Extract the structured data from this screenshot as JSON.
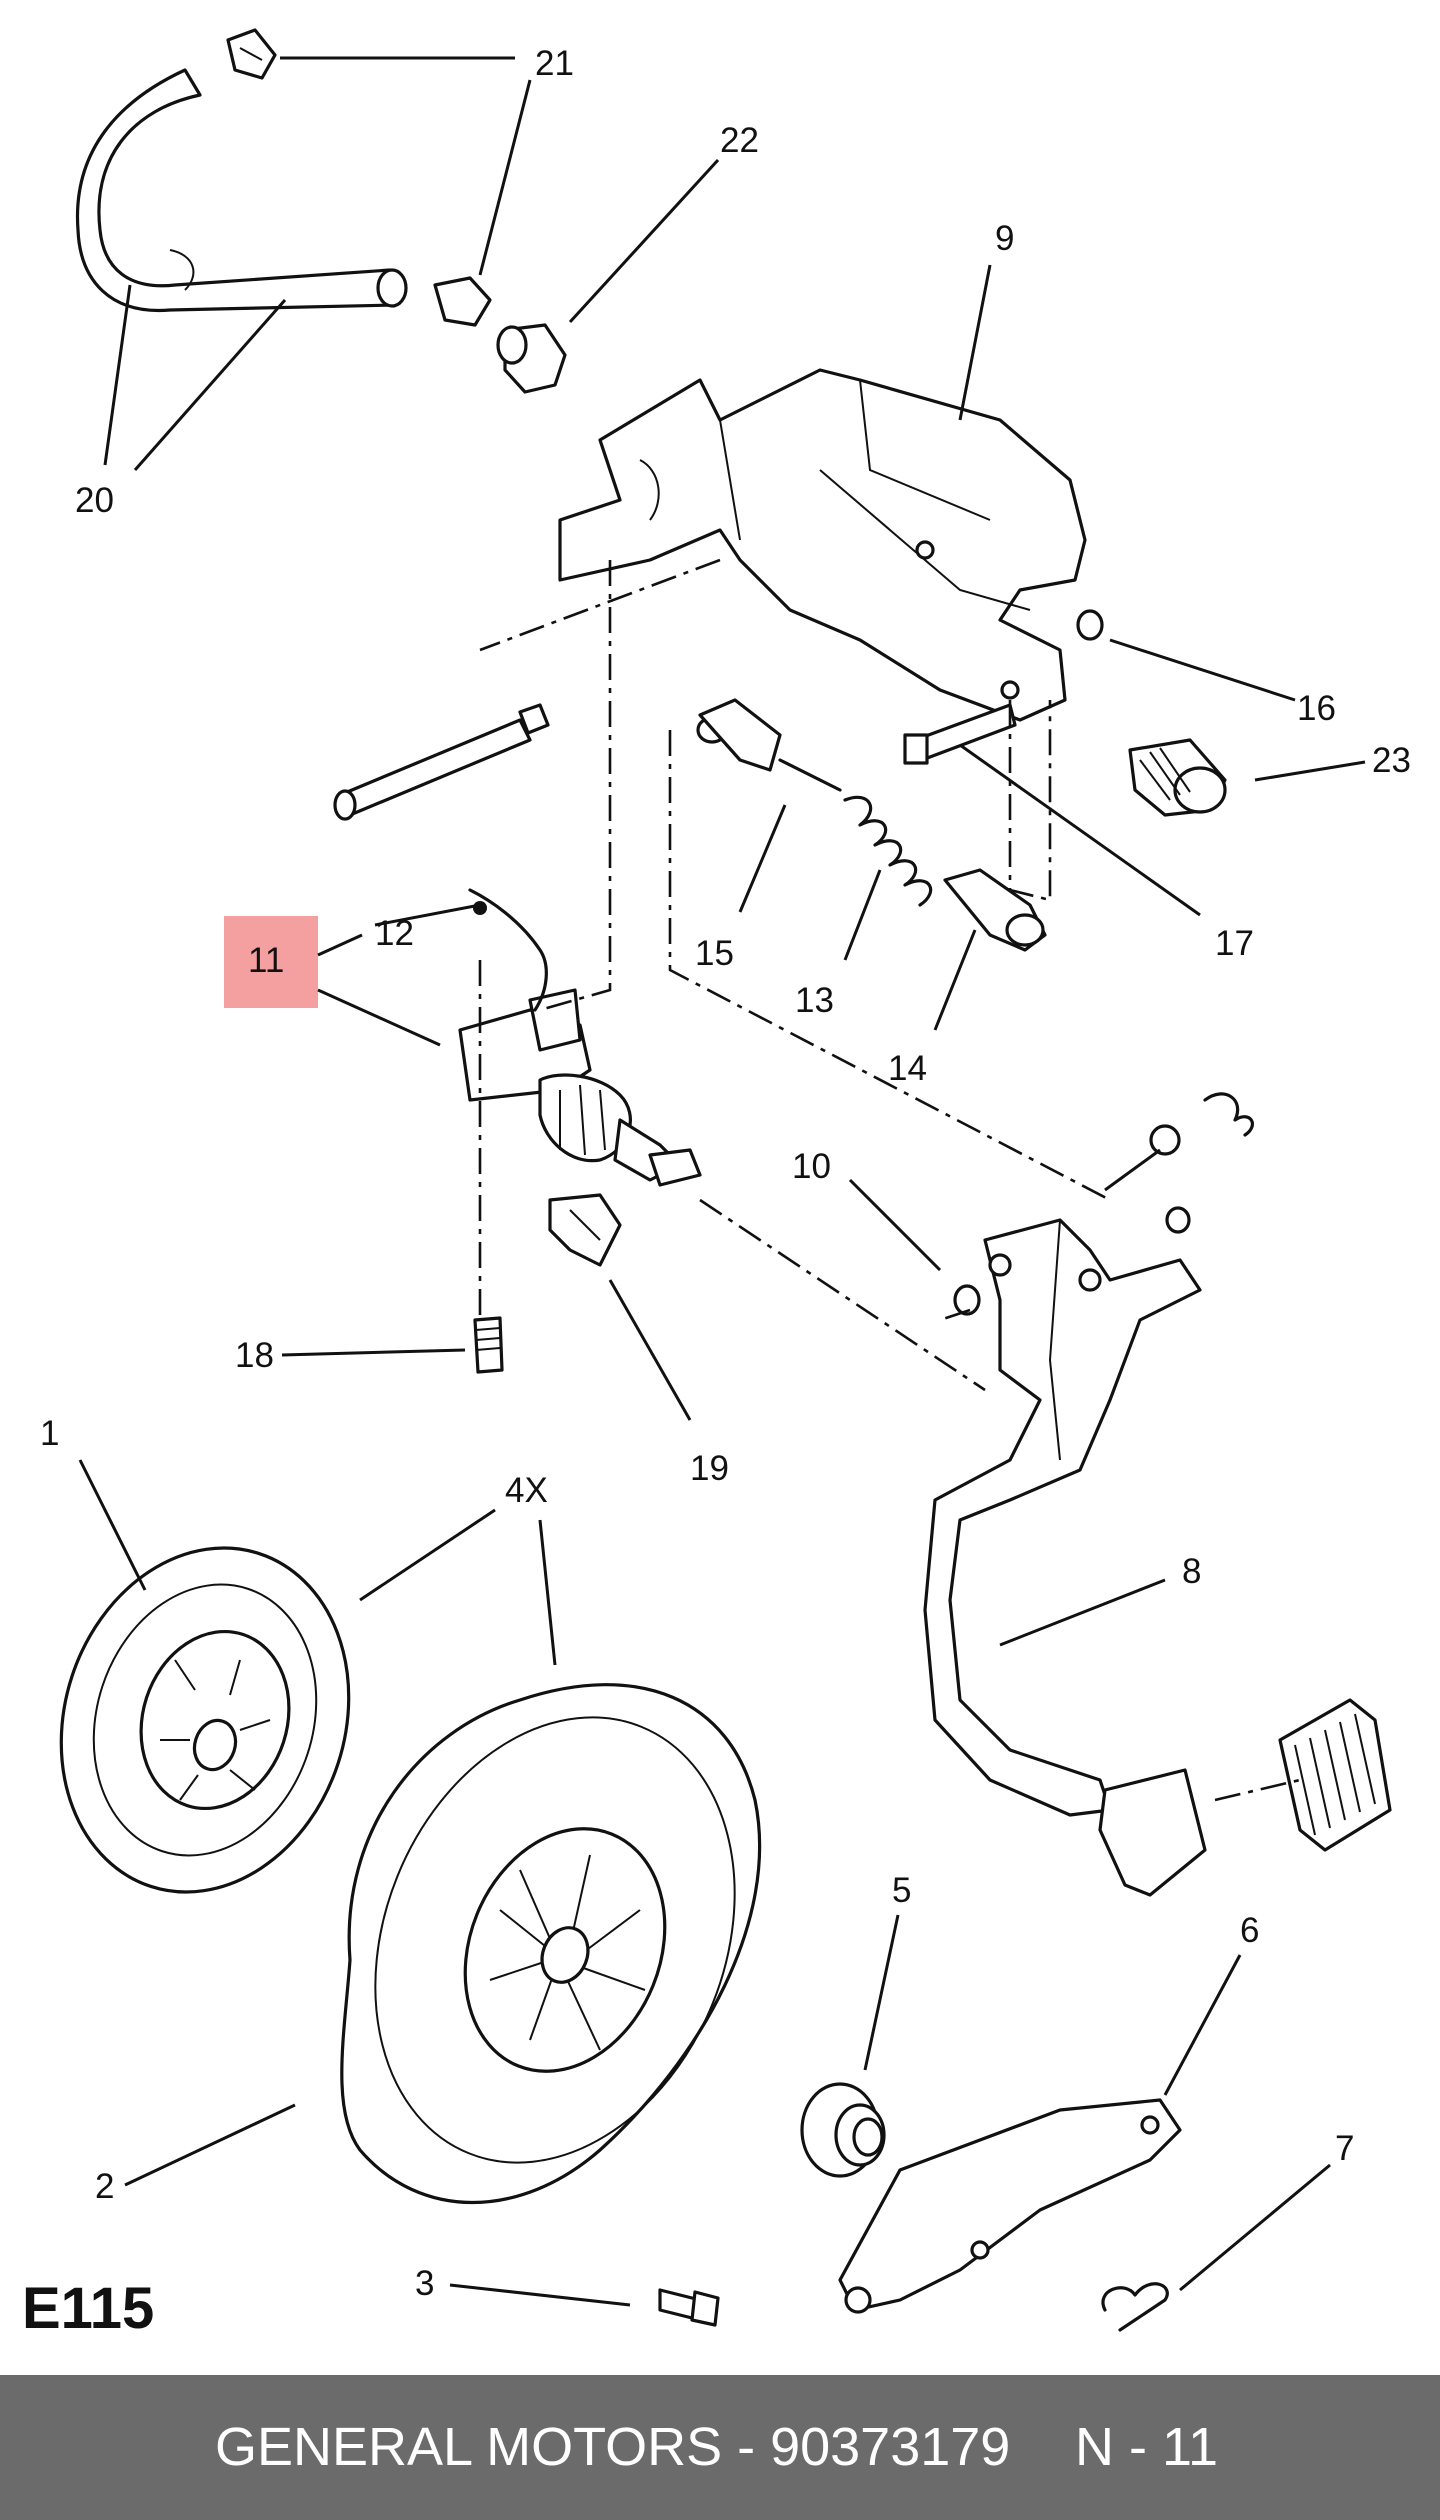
{
  "diagram": {
    "page_code": "E115",
    "highlighted_callout": "11",
    "callouts": [
      "21",
      "22",
      "9",
      "20",
      "16",
      "23",
      "17",
      "11",
      "12",
      "15",
      "13",
      "14",
      "10",
      "18",
      "19",
      "1",
      "4X",
      "8",
      "5",
      "6",
      "2",
      "7",
      "3"
    ]
  },
  "footer": {
    "brand_part": "GENERAL MOTORS - 90373179",
    "page_ref": "N - 11"
  }
}
